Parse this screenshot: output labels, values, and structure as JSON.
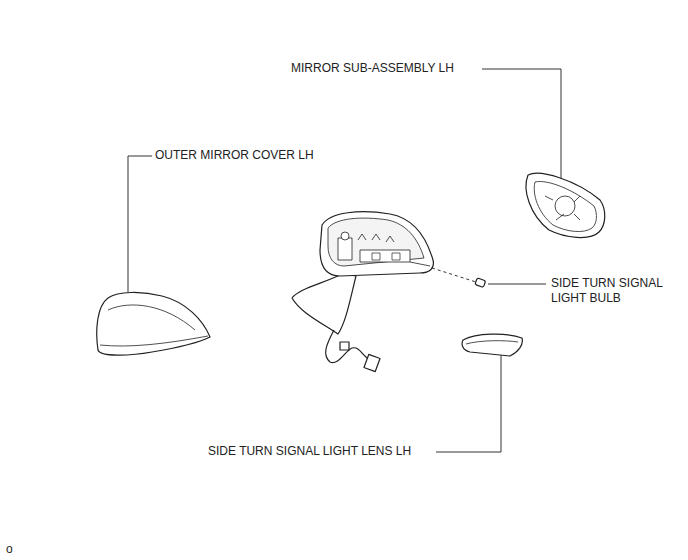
{
  "diagram": {
    "labels": [
      "MIRROR SUB-ASSEMBLY LH",
      "OUTER MIRROR COVER LH",
      "SIDE TURN SIGNAL LIGHT BULB",
      "SIDE TURN SIGNAL LIGHT LENS LH",
      "o"
    ]
  }
}
